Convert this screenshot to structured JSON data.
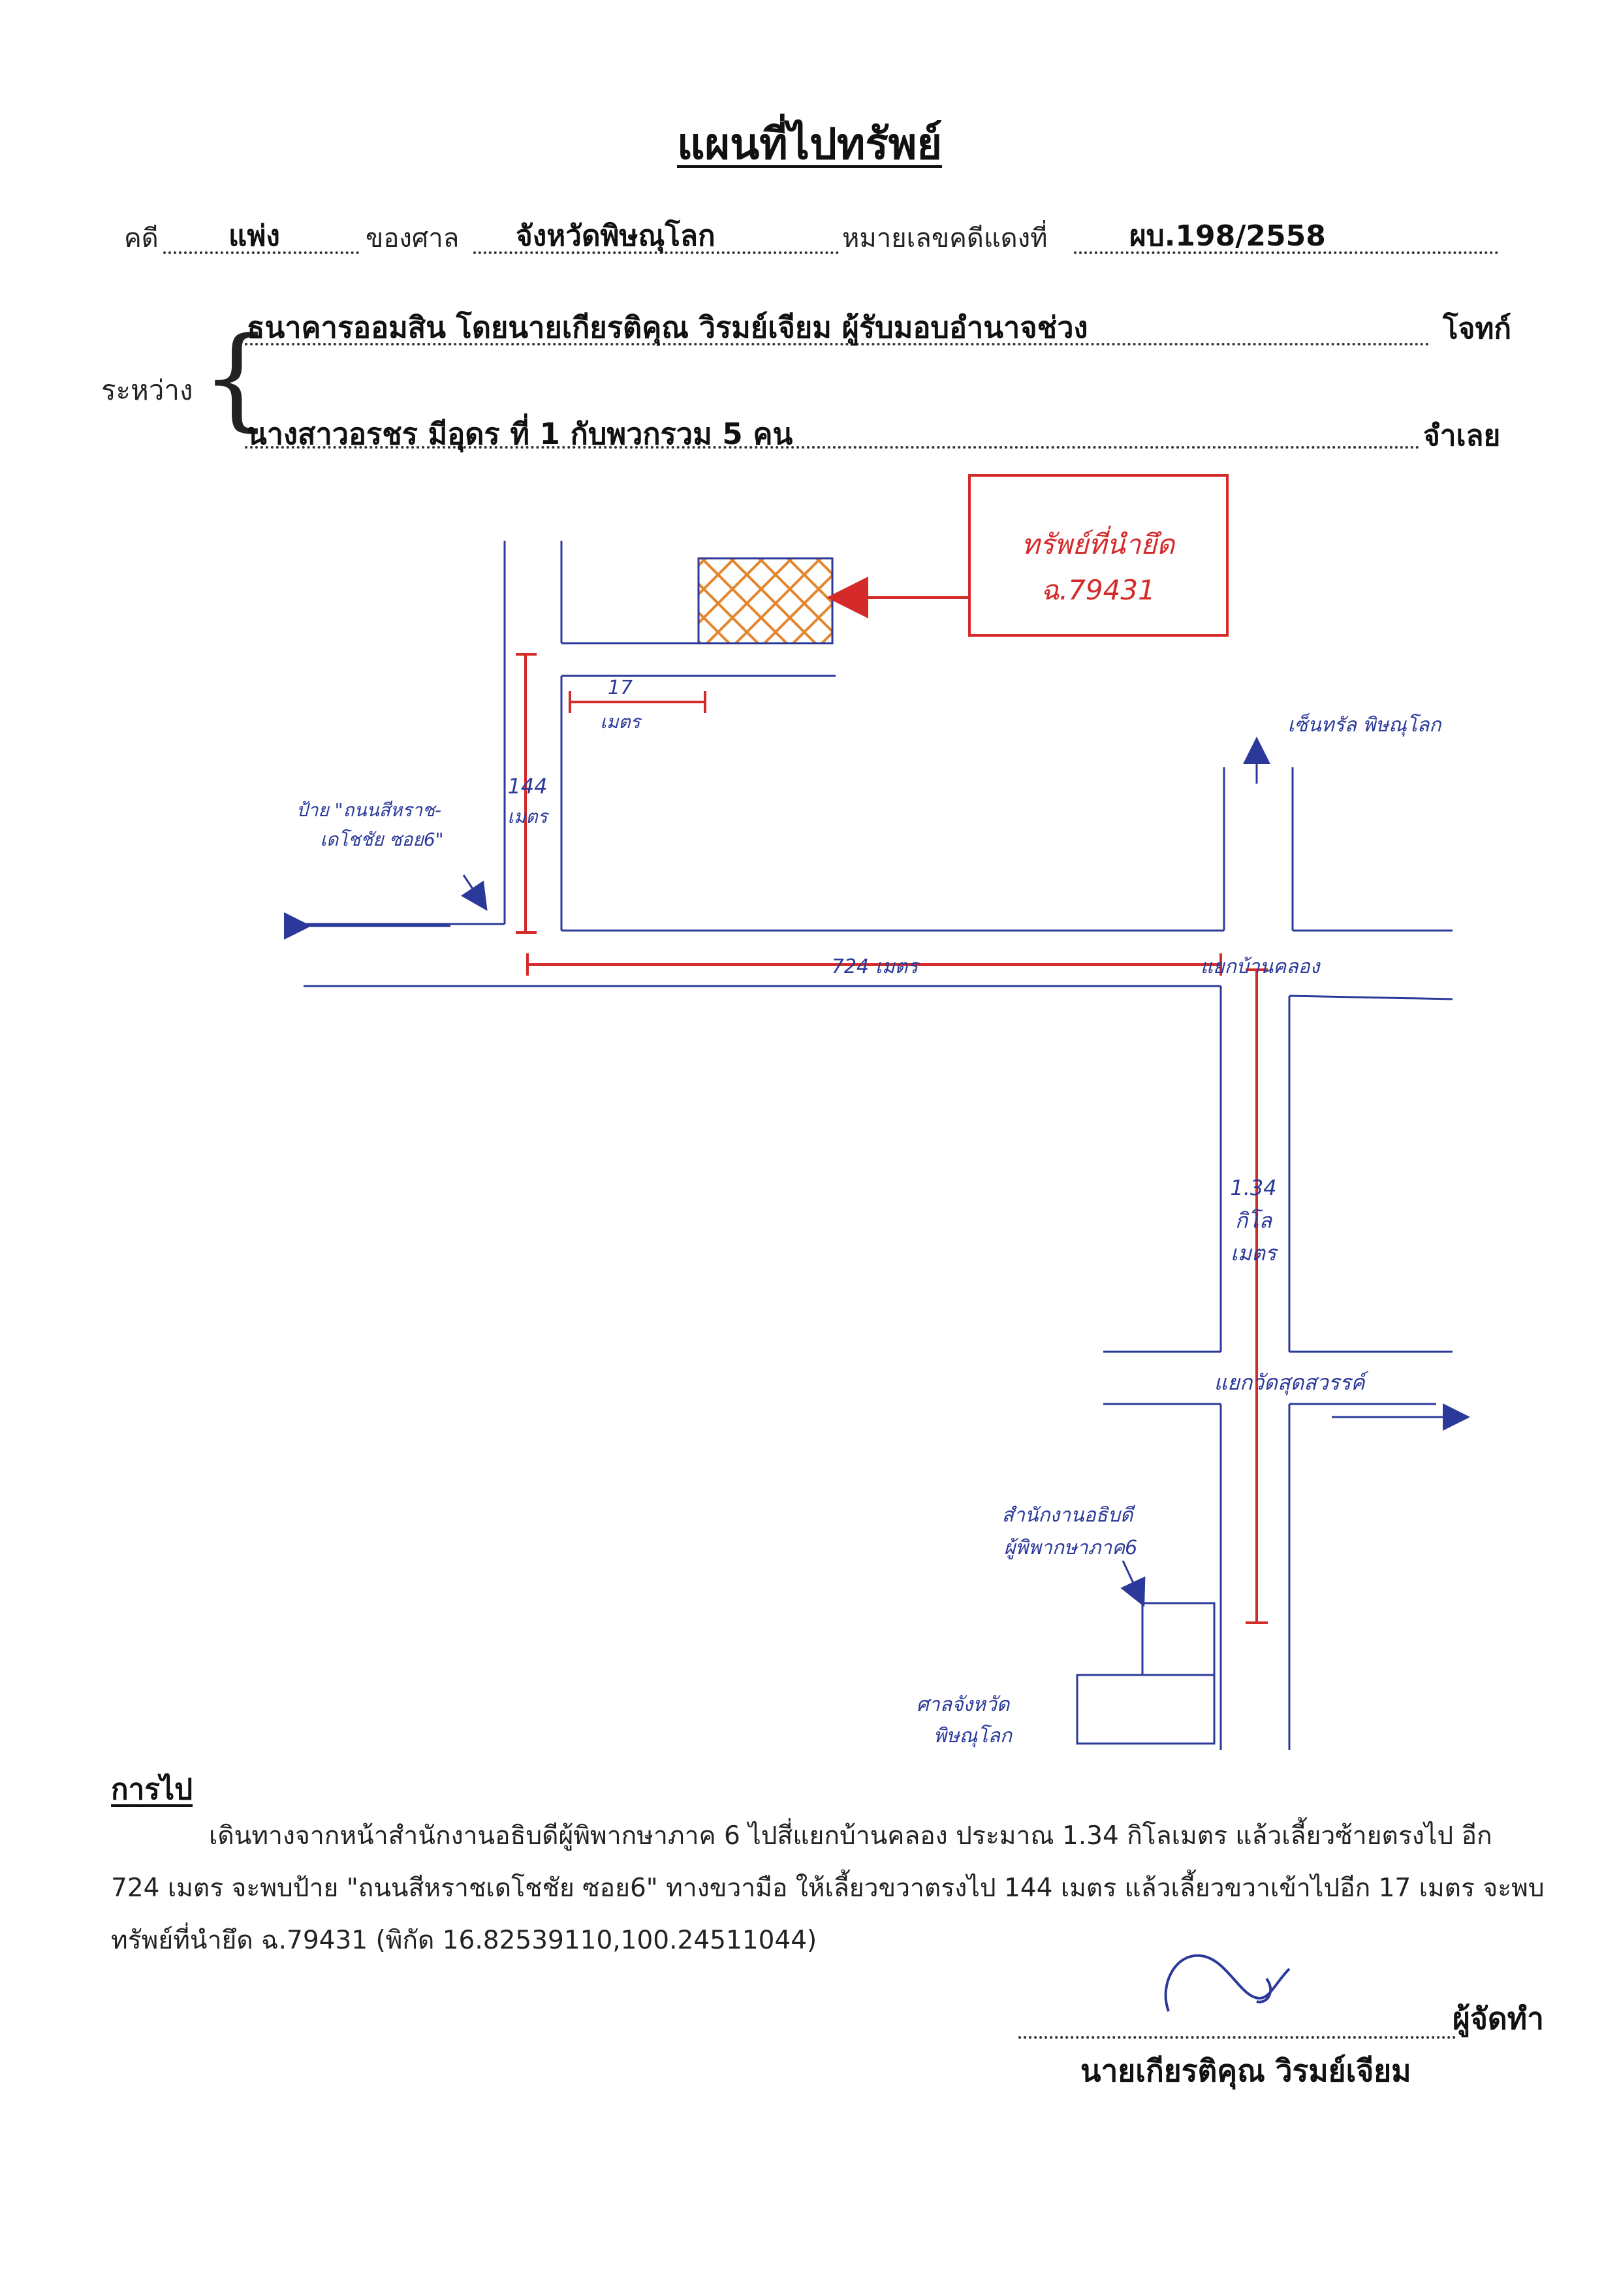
{
  "title": "แผนที่ไปทรัพย์",
  "case": {
    "case_label": "คดี",
    "case_type": "แพ่ง",
    "court_label": "ของศาล",
    "court": "จังหวัดพิษณุโลก",
    "number_label": "หมายเลขคดีแดงที่",
    "number": "ผบ.198/2558"
  },
  "parties": {
    "between_label": "ระหว่าง",
    "plaintiff": "ธนาคารออมสิน โดยนายเกียรติคุณ  วิรมย์เจียม ผู้รับมอบอำนาจช่วง",
    "plaintiff_role": "โจทก์",
    "defendant": "นางสาวอรชร  มีอุดร  ที่ 1 กับพวกรวม 5 คน",
    "defendant_role": "จำเลย"
  },
  "map": {
    "property_box": [
      "ทรัพย์ที่นำยึด",
      "ฉ.79431"
    ],
    "dist_17": [
      "17",
      "เมตร"
    ],
    "dist_144": [
      "144",
      "เมตร"
    ],
    "sign_label": [
      "ป้าย \"ถนนสีหราช-",
      "เดโชชัย ซอย6\""
    ],
    "dist_724": "724 เมตร",
    "junction_1": "แยกบ้านคลอง",
    "dir_top_right": "เซ็นทรัล พิษณุโลก",
    "dist_134": [
      "1.34",
      "กิโล",
      "เมตร"
    ],
    "junction_2": "แยกวัดสุดสวรรค์",
    "office": [
      "สำนักงานอธิบดี",
      "ผู้พิพากษาภาค6"
    ],
    "court_building": [
      "ศาลจังหวัด",
      "พิษณุโลก"
    ],
    "colors": {
      "road": "#2b3a9a",
      "marker": "#d42a2a",
      "hatch": "#e3872e"
    }
  },
  "directions": {
    "heading": "การไป",
    "text": "เดินทางจากหน้าสำนักงานอธิบดีผู้พิพากษาภาค 6 ไปสี่แยกบ้านคลอง ประมาณ 1.34 กิโลเมตร แล้วเลี้ยวซ้ายตรงไป อีก 724 เมตร จะพบป้าย \"ถนนสีหราชเดโชชัย ซอย6\" ทางขวามือ ให้เลี้ยวขวาตรงไป 144 เมตร แล้วเลี้ยวขวาเข้าไปอีก 17 เมตร   จะพบทรัพย์ที่นำยึด ฉ.79431 (พิกัด 16.82539110,100.24511044)"
  },
  "signature": {
    "role": "ผู้จัดทำ",
    "name": "นายเกียรติคุณ  วิรมย์เจียม"
  }
}
